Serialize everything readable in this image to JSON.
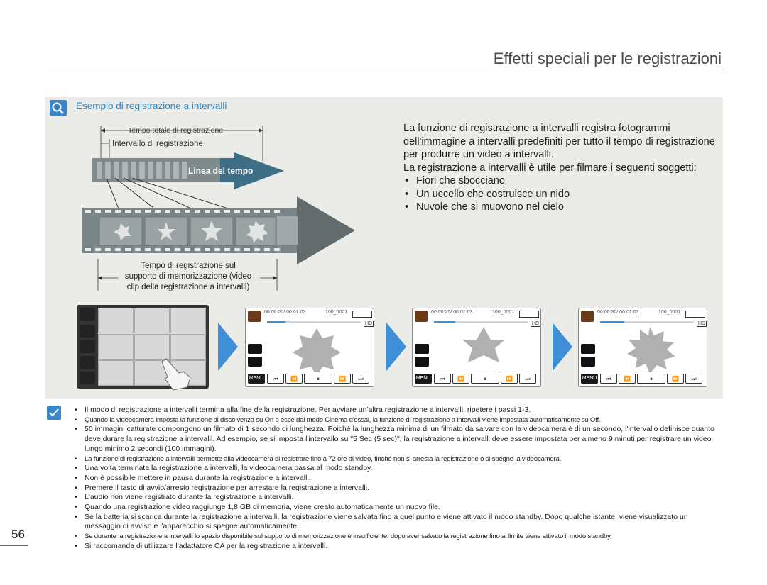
{
  "header": {
    "title": "Effetti speciali per le registrazioni"
  },
  "section": {
    "title": "Esempio di registrazione a intervalli"
  },
  "diagram": {
    "total_time_label": "Tempo totale di registrazione",
    "interval_label": "Intervallo di registrazione",
    "timeline_label": "Linea del tempo",
    "storage_label_lines": [
      "Tempo di registrazione sul",
      "supporto di memorizzazione (video",
      "clip della registrazione a intervalli)"
    ]
  },
  "description": {
    "paragraphs": [
      "La funzione di registrazione a intervalli registra fotogrammi dell'immagine a intervalli predefiniti per tutto il tempo di registrazione per produrre un video a intervalli.",
      "La registrazione a intervalli è utile per filmare i seguenti soggetti:"
    ],
    "bullets": [
      "Fiori che sbocciano",
      "Un uccello che costruisce un nido",
      "Nuvole che si muovono nel cielo"
    ]
  },
  "playback_screens": [
    {
      "timecode": "00:00:20/ 00:01:03",
      "file": "100_0001",
      "menu": "MENU",
      "quality": "HD"
    },
    {
      "timecode": "00:00:25/ 00:01:03",
      "file": "100_0001",
      "menu": "MENU",
      "quality": "HD"
    },
    {
      "timecode": "00:00:30/ 00:01:03",
      "file": "100_0001",
      "menu": "MENU",
      "quality": "HD"
    }
  ],
  "notes": [
    "Il modo di registrazione a intervalli termina alla fine della registrazione. Per avviare un'altra registrazione a intervalli, ripetere i passi 1-3.",
    "Quando la videocamera imposta la funzione di dissolvenza su On o esce dal modo Cinema d'essai, la funzione di registrazione a intervalli viene impostata automaticamente su Off.",
    "50 immagini catturate compongono un filmato di 1 secondo di lunghezza. Poiché la lunghezza minima di un filmato da salvare con la videocamera è di un secondo, l'intervallo definisce quanto deve durare la registrazione a intervalli. Ad esempio, se si imposta l'intervallo su \"5 Sec (5 sec)\", la registrazione a intervalli deve essere impostata per almeno 9 minuti per registrare un video lungo minimo 2 secondi (100 immagini).",
    "La funzione di registrazione a intervalli permette alla videocamera di registrare fino a 72 ore di video, finché non si arresta la registrazione o si spegne la videocamera.",
    "Una volta terminata la registrazione a intervalli, la videocamera passa al modo standby.",
    "Non è possibile mettere in pausa durante la registrazione a intervalli.",
    "Premere il tasto di avvio/arresto registrazione per arrestare la registrazione a intervalli.",
    "L'audio non viene registrato durante la registrazione a intervalli.",
    "Quando una registrazione video raggiunge 1,8 GB di memoria, viene creato automaticamente un nuovo file.",
    "Se la batteria si scarica durante la registrazione a intervalli, la registrazione viene salvata fino a quel punto e viene attivato il modo standby. Dopo qualche istante, viene visualizzato un messaggio di avviso e l'apparecchio si spegne automaticamente.",
    "Se durante la registrazione a intervalli lo spazio disponibile sul supporto di memorizzazione è insufficiente, dopo aver salvato la registrazione fino al limite viene attivato il modo standby.",
    "Si raccomanda di utilizzare l'adattatore CA per la registrazione a intervalli."
  ],
  "page_number": "56"
}
